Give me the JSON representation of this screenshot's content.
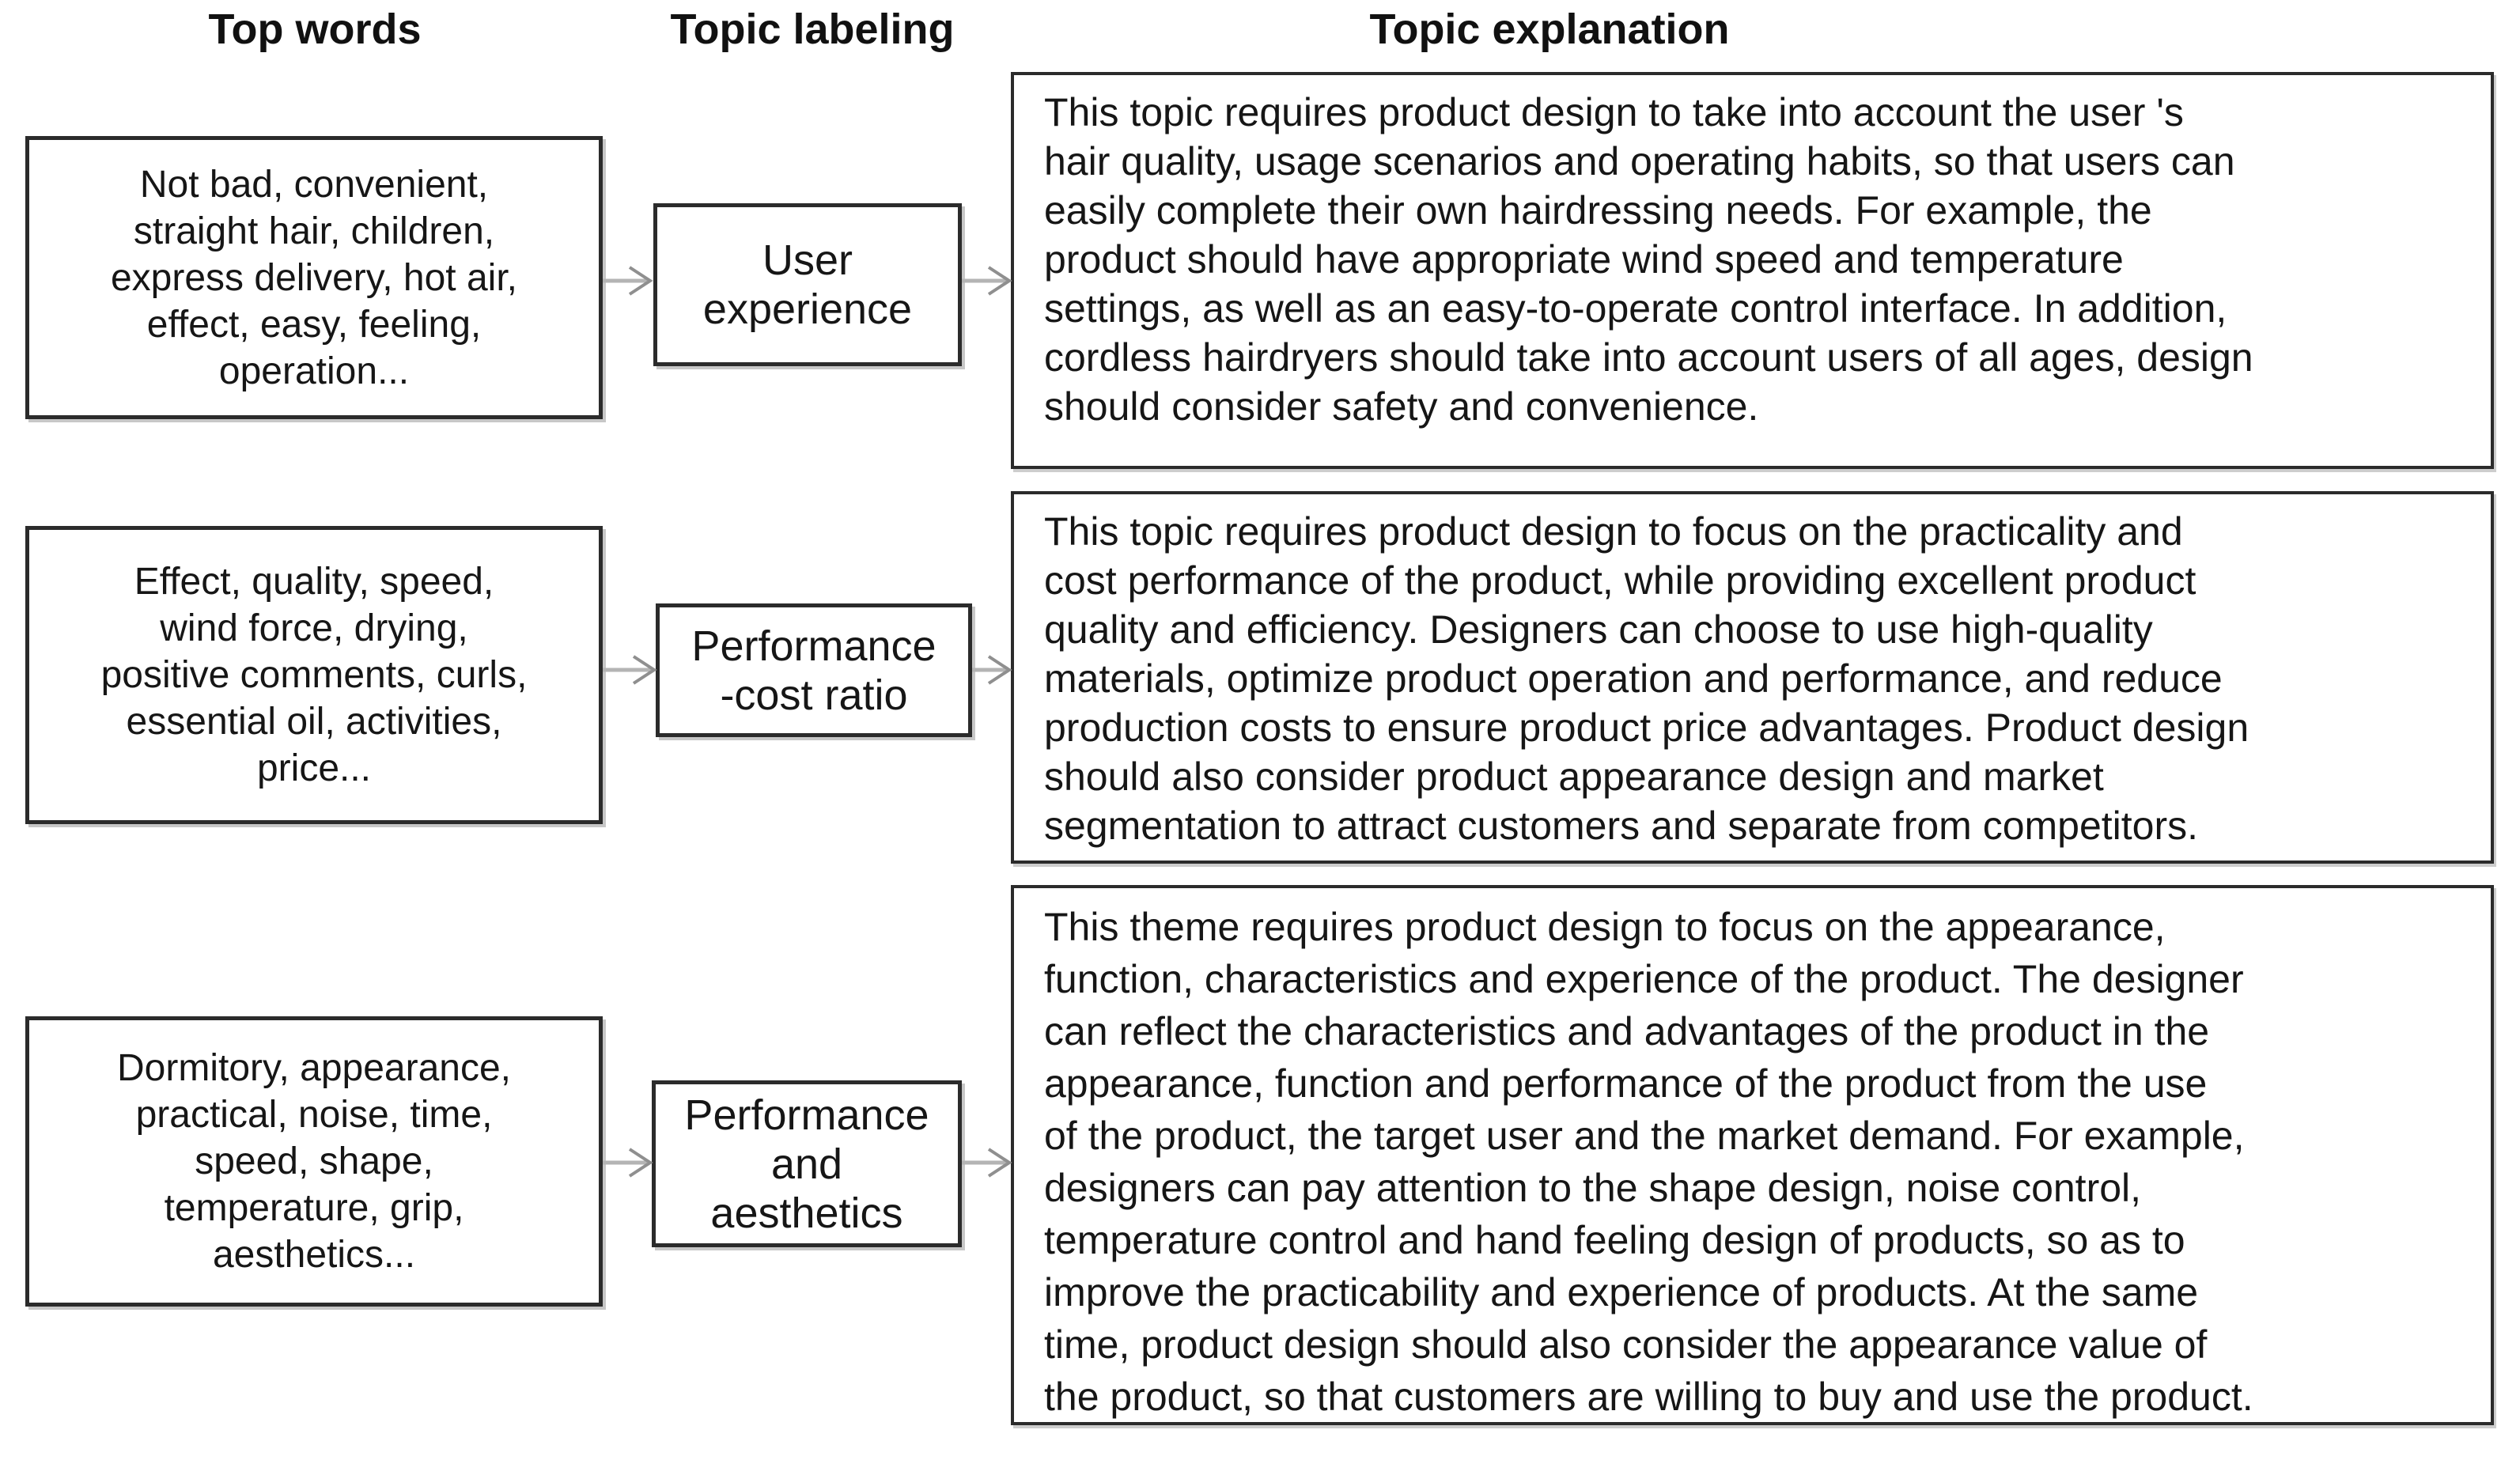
{
  "colors": {
    "background": "#ffffff",
    "box_border": "#2b2b2b",
    "text": "#161616",
    "arrow_line": "#b4b4b4",
    "arrow_head": "#8f8f8f"
  },
  "headers": {
    "top_words": "Top words",
    "topic_labeling": "Topic labeling",
    "topic_explanation": "Topic explanation"
  },
  "rows": [
    {
      "top_words": "Not bad, convenient,\nstraight hair, children,\nexpress delivery, hot air,\neffect, easy, feeling,\noperation...",
      "topic_label": "User\nexperience",
      "explanation": "This topic requires product design to take into account the user 's\nhair quality, usage scenarios and operating habits, so that users can\neasily complete their own hairdressing needs. For example, the\nproduct should have appropriate wind speed and temperature\nsettings, as well as an easy-to-operate control interface. In addition,\ncordless hairdryers should take into account users of all ages, design\nshould consider safety and convenience."
    },
    {
      "top_words": "Effect, quality, speed,\nwind force, drying,\npositive comments, curls,\nessential oil, activities,\nprice...",
      "topic_label": "Performance\n-cost ratio",
      "explanation": "This topic requires product design to focus on the practicality and\ncost performance of the product, while providing excellent product\nquality and efficiency. Designers can choose to use high-quality\nmaterials, optimize product operation and performance, and reduce\nproduction costs to ensure product price advantages. Product design\nshould also consider product appearance design and market\nsegmentation to attract customers and separate from competitors."
    },
    {
      "top_words": "Dormitory, appearance,\npractical, noise, time,\nspeed, shape,\ntemperature, grip,\naesthetics...",
      "topic_label": "Performance\nand\naesthetics",
      "explanation": "This theme requires product design to focus on the appearance,\nfunction, characteristics and experience of the product. The designer\ncan reflect the characteristics and advantages of the product in the\nappearance, function and performance of the product from the use\nof the product, the target user and the market demand. For example,\ndesigners can pay attention to the shape design, noise control,\ntemperature control and hand feeling design of products, so as to\nimprove the practicability and experience of products. At the same\ntime, product design should also consider the appearance value of\nthe product, so that customers are willing to buy and use the product."
    }
  ]
}
